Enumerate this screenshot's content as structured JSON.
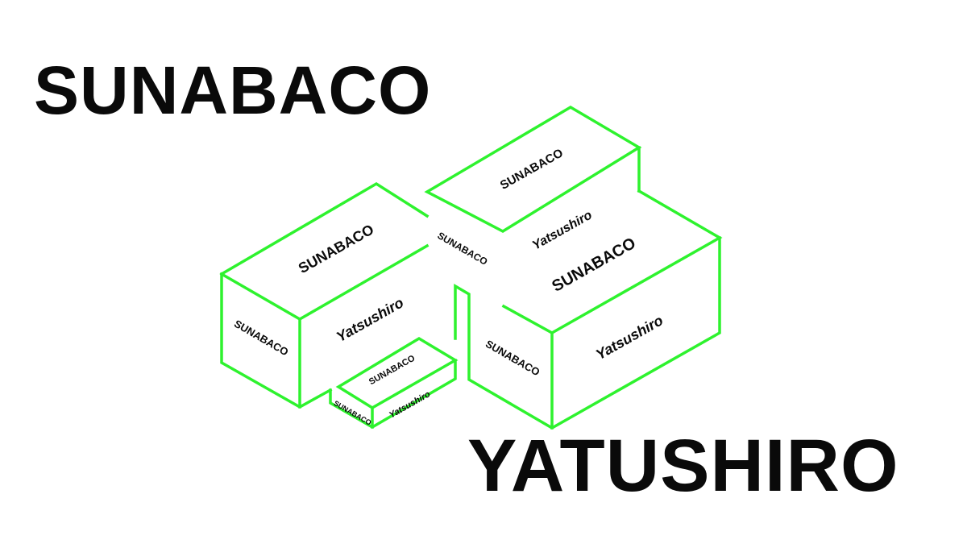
{
  "titles": {
    "top": "SUNABACO",
    "bottom": "YATUSHIRO"
  },
  "boxes": {
    "left_top": "SUNABACO",
    "left_front": "SUNABACO",
    "left_side": "Yatsushiro",
    "mid_front": "SUNABACO",
    "upper_top": "SUNABACO",
    "upper_side": "Yatsushiro",
    "right_top": "SUNABACO",
    "right_front": "SUNABACO",
    "right_side": "Yatsushiro",
    "small_top": "SUNABACO",
    "small_front": "SUNABACO",
    "small_side": "Yatsushiro"
  },
  "colors": {
    "outline": "#2ef22e",
    "text": "#0a0a0a",
    "background": "#ffffff"
  }
}
